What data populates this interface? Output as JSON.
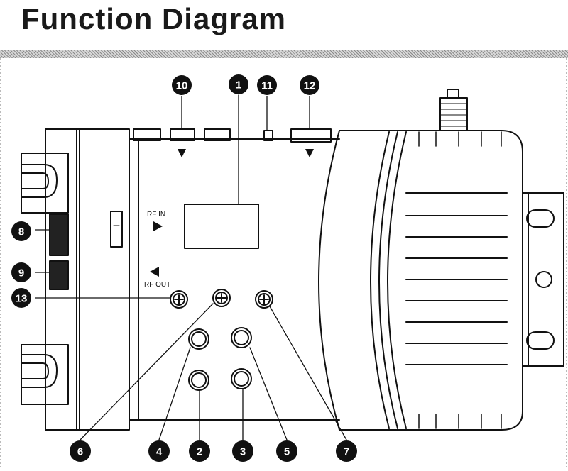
{
  "title": "Function Diagram",
  "port_labels": {
    "rf_in": "RF IN",
    "rf_out": "RF OUT"
  },
  "callouts": [
    "1",
    "2",
    "3",
    "4",
    "5",
    "6",
    "7",
    "8",
    "9",
    "10",
    "11",
    "12",
    "13"
  ],
  "colors": {
    "ink": "#111111",
    "callout_fill": "#111111",
    "callout_text": "#ffffff"
  }
}
